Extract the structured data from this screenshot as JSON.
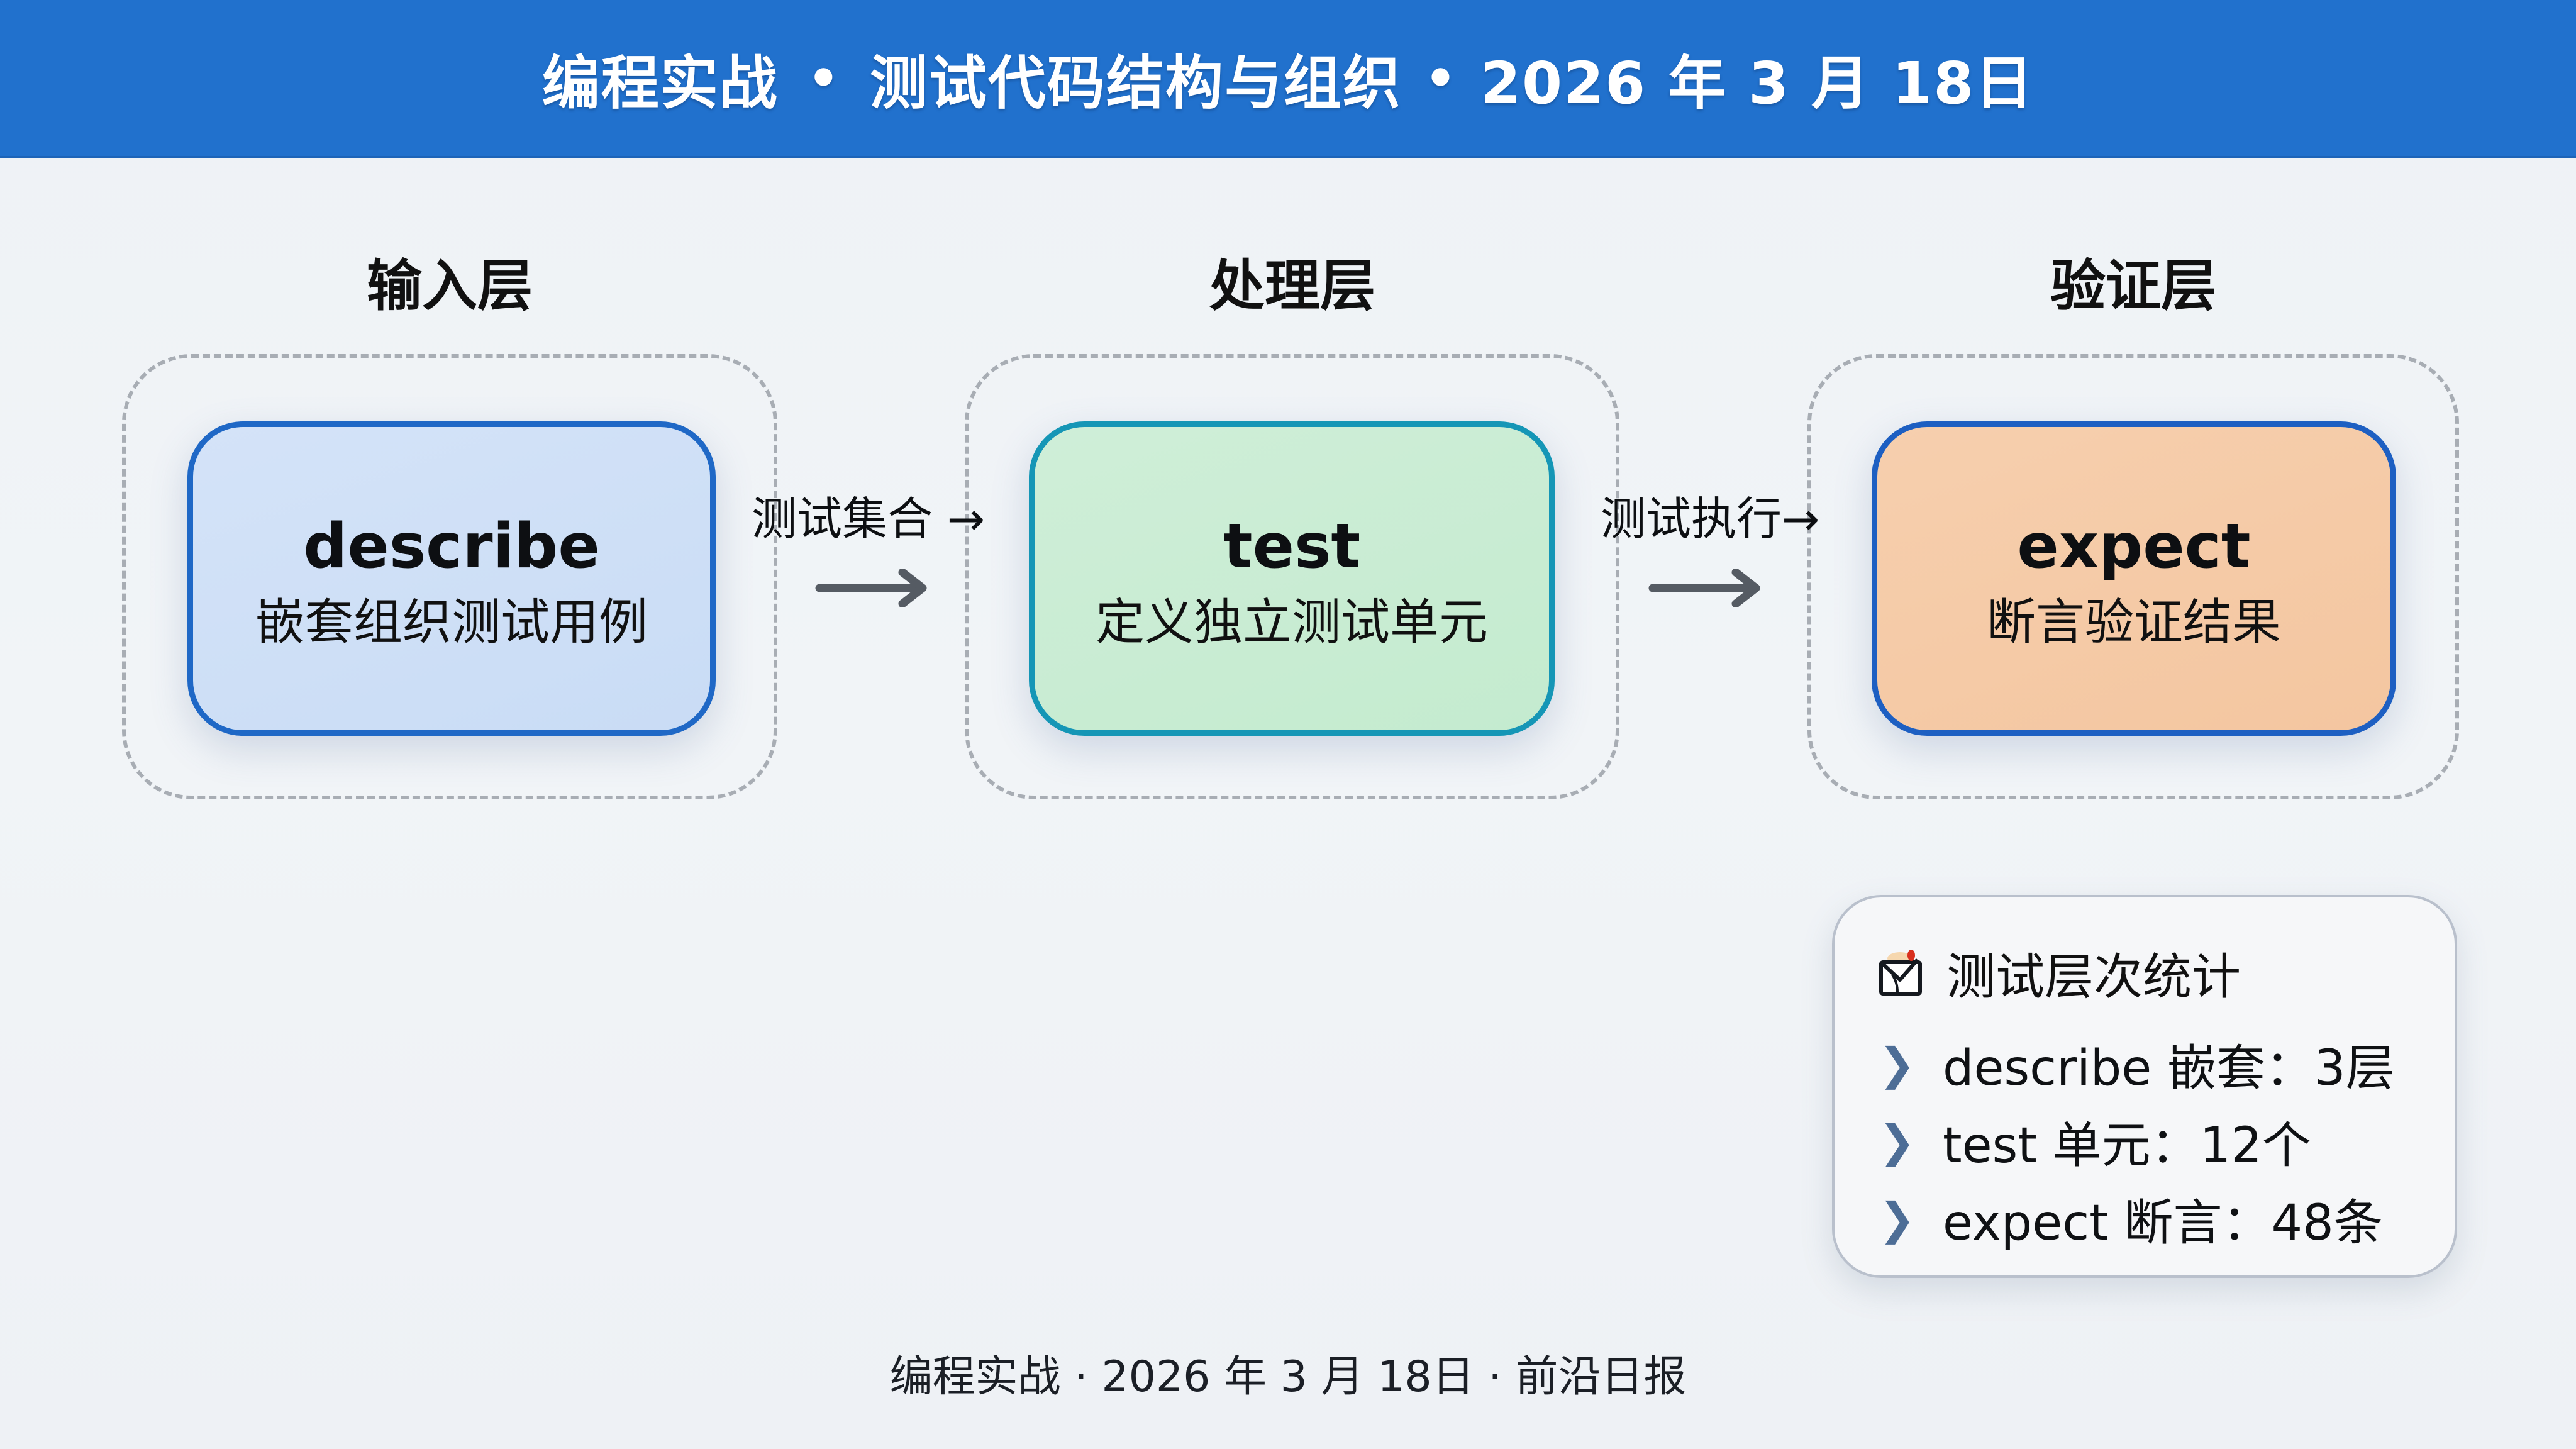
{
  "header": {
    "section": "编程实战",
    "separator": "•",
    "topic": "测试代码结构与组织",
    "date": "2026 年 3 月 18日"
  },
  "layers": [
    {
      "title": "输入层",
      "name": "describe",
      "desc": "嵌套组织测试用例",
      "fill": "#cfe0f7",
      "border": "#1f68c6"
    },
    {
      "title": "处理层",
      "name": "test",
      "desc": "定义独立测试单元",
      "fill": "#c9edd3",
      "border": "#1596b6"
    },
    {
      "title": "验证层",
      "name": "expect",
      "desc": "断言验证结果",
      "fill": "#f5caa6",
      "border": "#1d5fc2"
    }
  ],
  "edges": [
    {
      "label": "测试集合 →",
      "from": "describe",
      "to": "test"
    },
    {
      "label": "测试执行→",
      "from": "test",
      "to": "expect"
    }
  ],
  "stats": {
    "icon": "checklist-envelope-icon",
    "title": "测试层次统计",
    "items": [
      {
        "bullet": "chevron-right-icon",
        "text": "describe 嵌套：3层"
      },
      {
        "bullet": "chevron-right-icon",
        "text": "test 单元：12个"
      },
      {
        "bullet": "chevron-right-icon",
        "text": "expect 断言：48条"
      }
    ]
  },
  "footer": {
    "text": "编程实战 · 2026 年 3 月 18日 · 前沿日报"
  },
  "colors": {
    "header_bg": "#2171cd",
    "page_bg": "#f0f3f6",
    "dash": "#a8adb4",
    "arrow": "#555b63",
    "bullet": "#4d6d96"
  }
}
